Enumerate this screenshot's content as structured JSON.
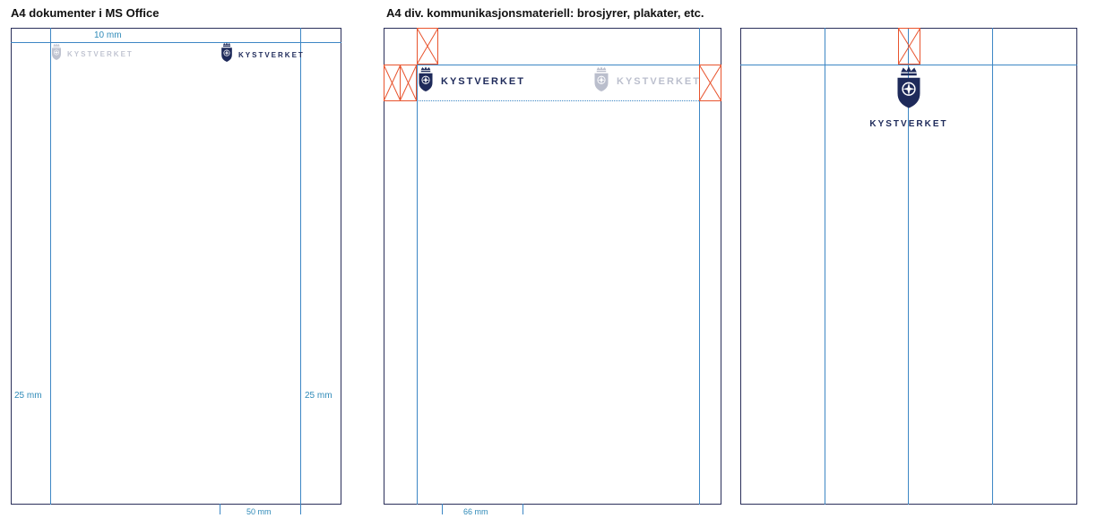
{
  "headings": {
    "office": "A4 dokumenter i MS Office",
    "materials": "A4 div. kommunikasjonsmateriell: brosjyrer, plakater, etc."
  },
  "measurements": {
    "top_margin": "10 mm",
    "left_margin": "25 mm",
    "right_margin": "25 mm",
    "logo_column": "50 mm",
    "logo_column_2": "66 mm"
  },
  "logo": {
    "wordmark": "KYSTVERKET",
    "icon": "kystverket-crest-icon"
  },
  "colors": {
    "brand_navy": "#1e2a5a",
    "guide_blue": "#3d87c5",
    "measure_text": "#2f8ab8",
    "clearspace_red": "#e8542e",
    "faded_logo": "#c9ccd8"
  }
}
